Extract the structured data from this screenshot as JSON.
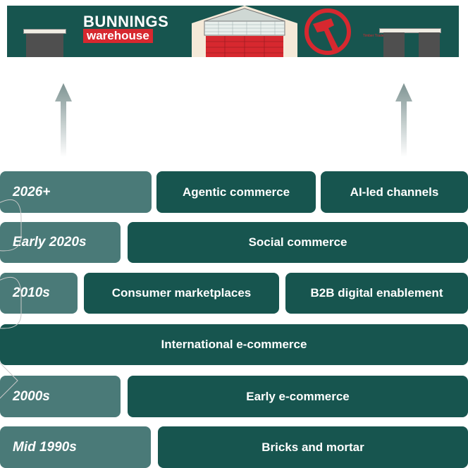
{
  "storefront": {
    "brand_top": "BUNNINGS",
    "brand_bottom": "warehouse",
    "sign_text": "Timber Trade",
    "colors": {
      "wall": "#17554f",
      "brand_red": "#d7282f",
      "door": "#4f4f4f"
    }
  },
  "arrows": {
    "color": "#7f9493"
  },
  "timeline": [
    {
      "era": "2026+",
      "activities": [
        "Agentic commerce",
        "AI-led channels"
      ]
    },
    {
      "era": "Early 2020s",
      "activities": [
        "Social commerce"
      ]
    },
    {
      "era": "2010s",
      "activities": [
        "Consumer marketplaces",
        "B2B digital enablement"
      ]
    },
    {
      "era": "",
      "activities": [
        "International e-commerce"
      ]
    },
    {
      "era": "2000s",
      "activities": [
        "Early e-commerce"
      ]
    },
    {
      "era": "Mid 1990s",
      "activities": [
        "Bricks and mortar"
      ]
    }
  ],
  "colors": {
    "era_block": "#4a7a78",
    "activity_block": "#17554f",
    "text": "#ffffff"
  }
}
